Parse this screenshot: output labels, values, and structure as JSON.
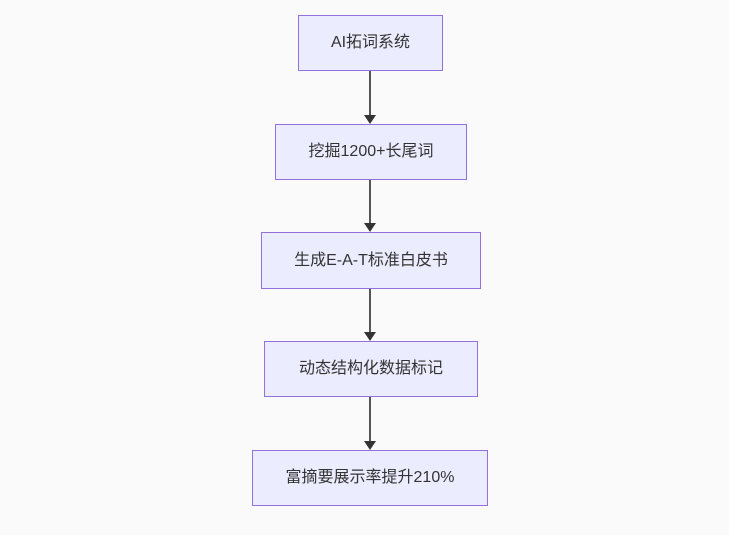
{
  "page": {
    "background_color": "#fafafa"
  },
  "flowchart": {
    "type": "flowchart",
    "direction": "top-down",
    "node_fill_color": "#ECECFF",
    "node_border_color": "#9370DB",
    "node_text_color": "#333333",
    "arrow_color": "#333333",
    "nodes": [
      {
        "id": "n1",
        "label": "AI拓词系统"
      },
      {
        "id": "n2",
        "label": "挖掘1200+长尾词"
      },
      {
        "id": "n3",
        "label": "生成E-A-T标准白皮书"
      },
      {
        "id": "n4",
        "label": "动态结构化数据标记"
      },
      {
        "id": "n5",
        "label": "富摘要展示率提升210%"
      }
    ],
    "edges": [
      {
        "from": "n1",
        "to": "n2"
      },
      {
        "from": "n2",
        "to": "n3"
      },
      {
        "from": "n3",
        "to": "n4"
      },
      {
        "from": "n4",
        "to": "n5"
      }
    ]
  }
}
